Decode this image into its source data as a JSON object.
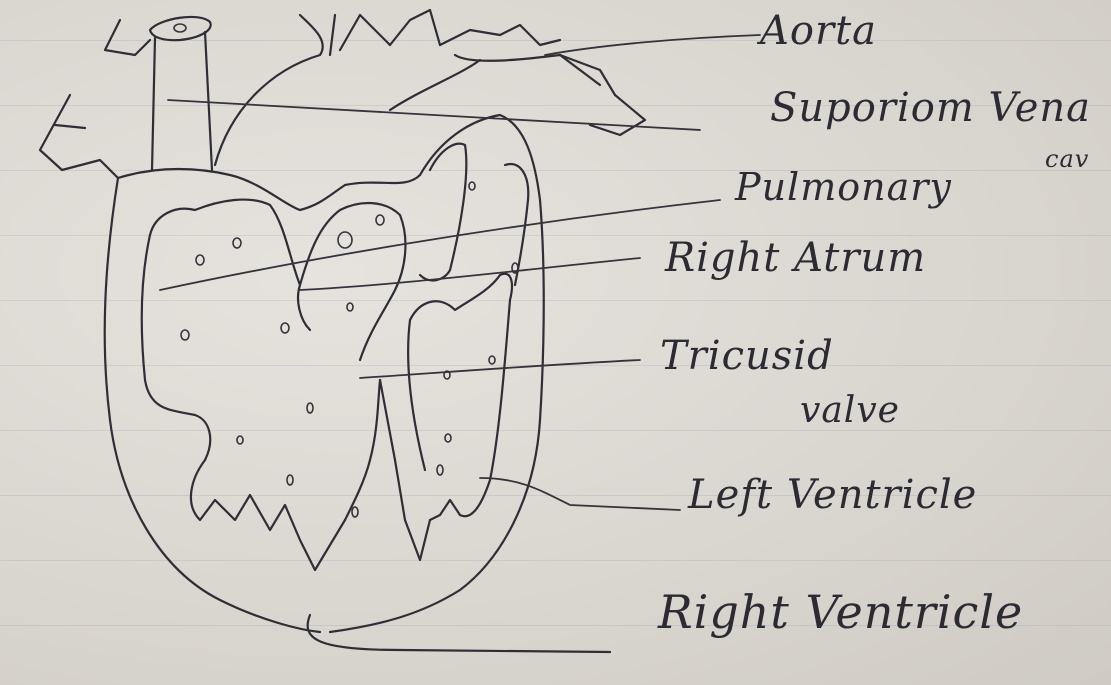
{
  "labels": {
    "aorta": "Aorta",
    "superior_vena_cava_line1": "Suporiom Vena",
    "superior_vena_cava_line2": "cav",
    "pulmonary": "Pulmonary",
    "right_atrium": "Right Atrum",
    "tricuspid_line1": "Tricusid",
    "tricuspid_line2": "valve",
    "left_ventricle": "Left Ventricle",
    "right_ventricle": "Right Ventricle"
  },
  "colors": {
    "paper": "#ddd9d4",
    "ink": "#2f2d36"
  }
}
